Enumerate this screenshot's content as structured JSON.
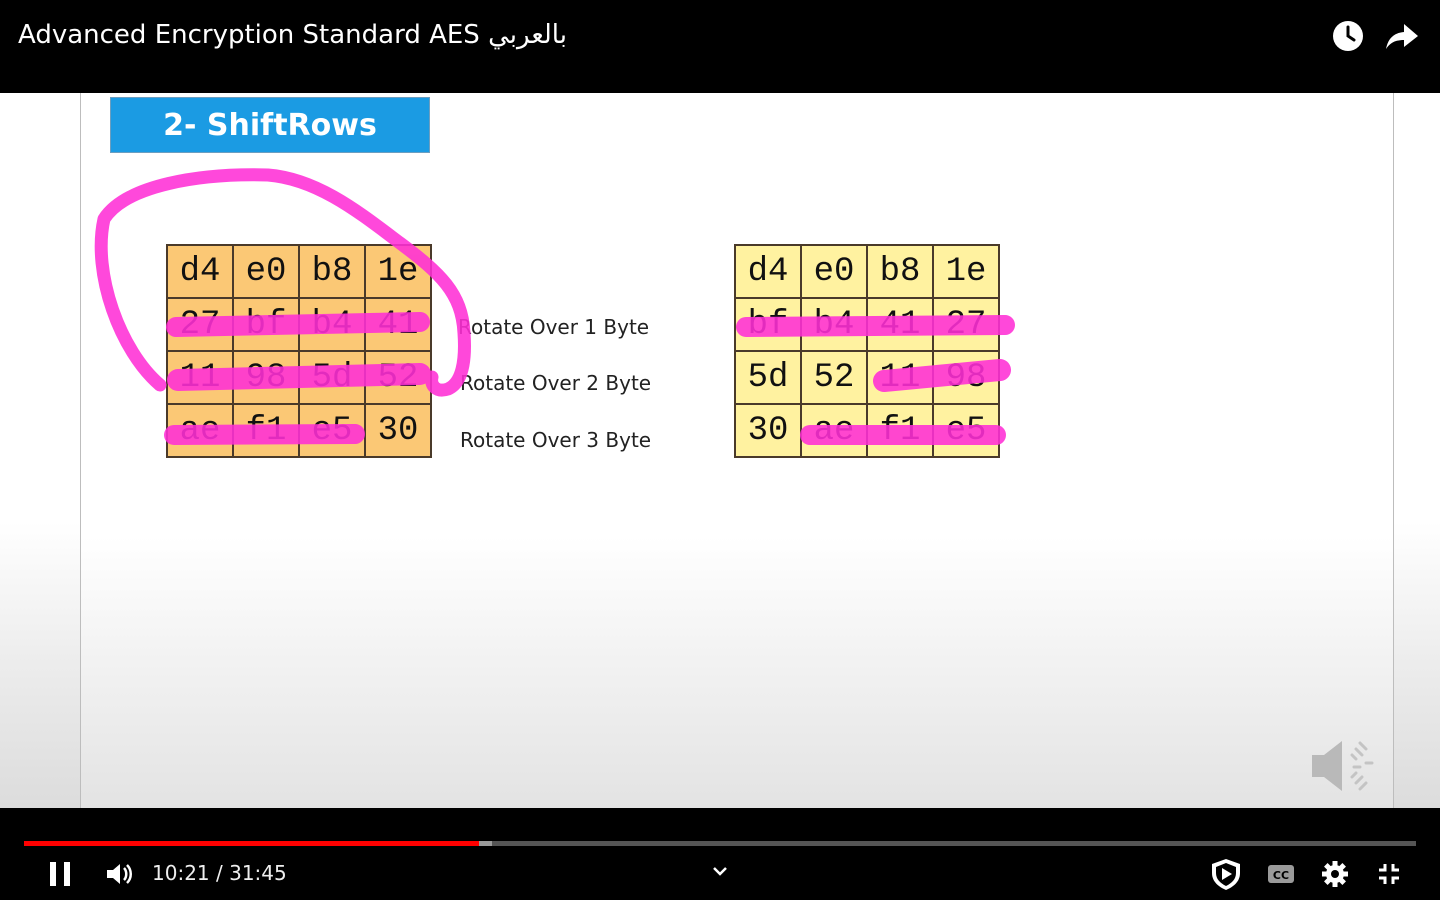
{
  "header": {
    "title": "Advanced Encryption Standard AES بالعربي"
  },
  "slide": {
    "banner": "2- ShiftRows",
    "left_grid": [
      [
        "d4",
        "e0",
        "b8",
        "1e"
      ],
      [
        "27",
        "bf",
        "b4",
        "41"
      ],
      [
        "11",
        "98",
        "5d",
        "52"
      ],
      [
        "ae",
        "f1",
        "e5",
        "30"
      ]
    ],
    "right_grid": [
      [
        "d4",
        "e0",
        "b8",
        "1e"
      ],
      [
        "bf",
        "b4",
        "41",
        "27"
      ],
      [
        "5d",
        "52",
        "11",
        "98"
      ],
      [
        "30",
        "ae",
        "f1",
        "e5"
      ]
    ],
    "rotate_labels": [
      "Rotate Over 1 Byte",
      "Rotate Over 2 Byte",
      "Rotate Over 3 Byte"
    ],
    "annotation_color": "#ff2fd6"
  },
  "player": {
    "current_time": "10:21",
    "separator": "/",
    "duration": "31:45",
    "progress_fraction": 0.327,
    "buffered_fraction": 0.336,
    "progress_color": "#ff0000"
  }
}
